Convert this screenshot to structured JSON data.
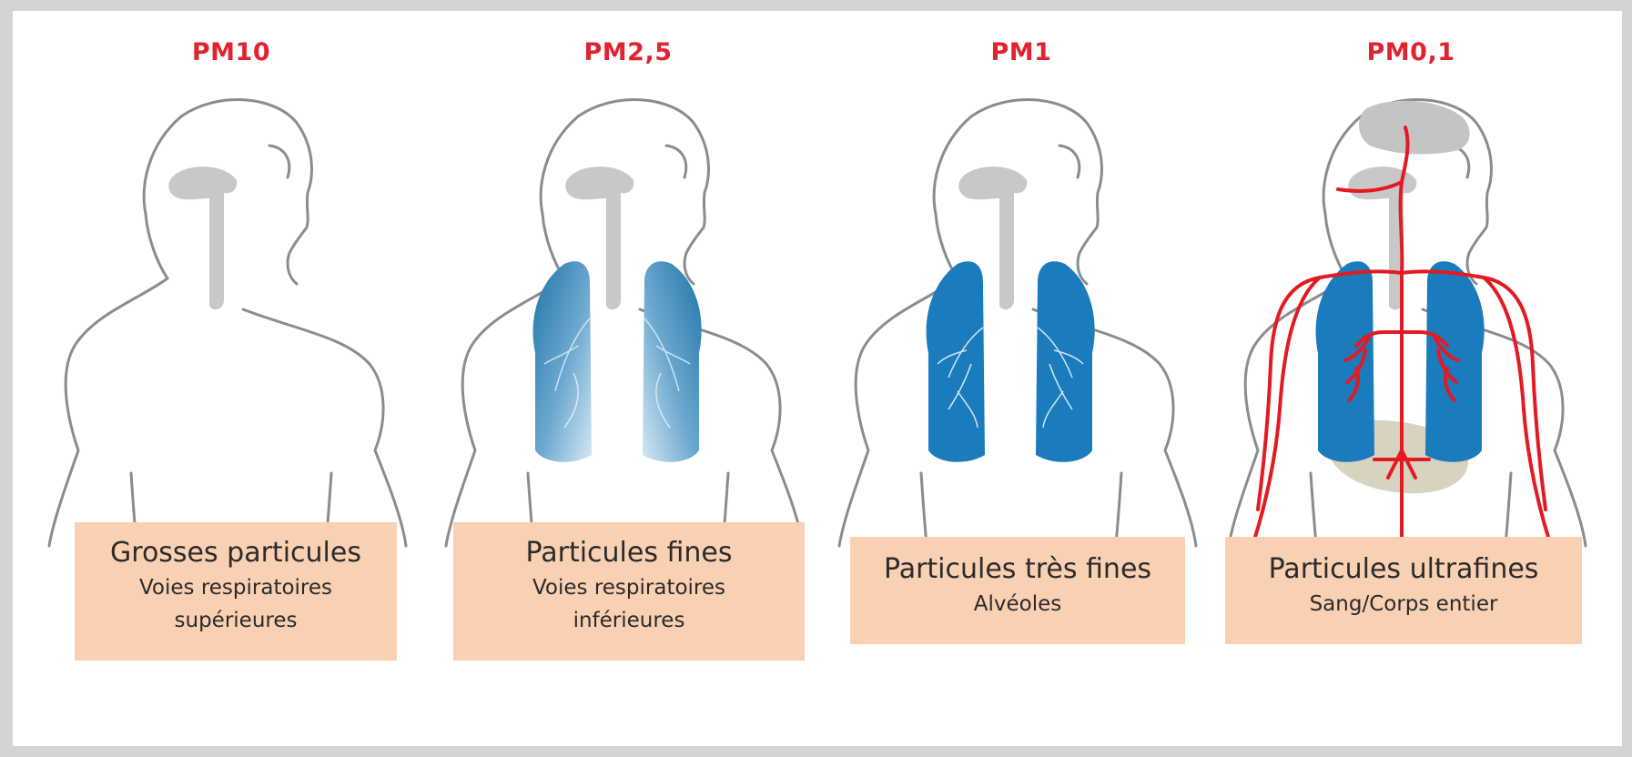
{
  "panels": [
    {
      "title": "PM10",
      "label": "Grosses particules",
      "sublabel_lines": [
        "Voies respiratoires",
        "supérieures"
      ]
    },
    {
      "title": "PM2,5",
      "label": "Particules fines",
      "sublabel_lines": [
        "Voies respiratoires",
        "inférieures"
      ]
    },
    {
      "title": "PM1",
      "label": "Particules très fines",
      "sublabel_lines": [
        "Alvéoles"
      ]
    },
    {
      "title": "PM0,1",
      "label": "Particules ultrafines",
      "sublabel_lines": [
        "Sang/Corps entier"
      ]
    }
  ],
  "colors": {
    "title": "#e0242f",
    "label_box": "#f9d0b1",
    "outline": "#8c8c8c",
    "airway": "#c8c8c8",
    "lung_pale": "#d4e8f4",
    "lung_dark": "#1f74a8",
    "lung_solid": "#1a7bbd",
    "vessels": "#e21b23",
    "digestive": "#d8d2c0"
  }
}
